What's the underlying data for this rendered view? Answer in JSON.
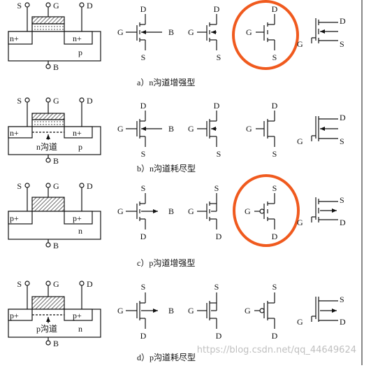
{
  "colors": {
    "line": "#111111",
    "highlight": "#f05a1e",
    "watermark": "#c0c0c0"
  },
  "terminals": {
    "s": "S",
    "g": "G",
    "d": "D",
    "b": "B"
  },
  "regions": {
    "n_plus": "n+",
    "p_plus": "p+",
    "p_sub": "p",
    "n_sub": "n"
  },
  "captions": {
    "a": "a）n沟道增强型",
    "b": "b）n沟道耗尽型",
    "c": "c）p沟道增强型",
    "d": "d）p沟道耗尽型"
  },
  "channel_labels": {
    "b": "n沟道",
    "d": "p沟道"
  },
  "watermark": "https://blog.csdn.net/qq_44649624"
}
